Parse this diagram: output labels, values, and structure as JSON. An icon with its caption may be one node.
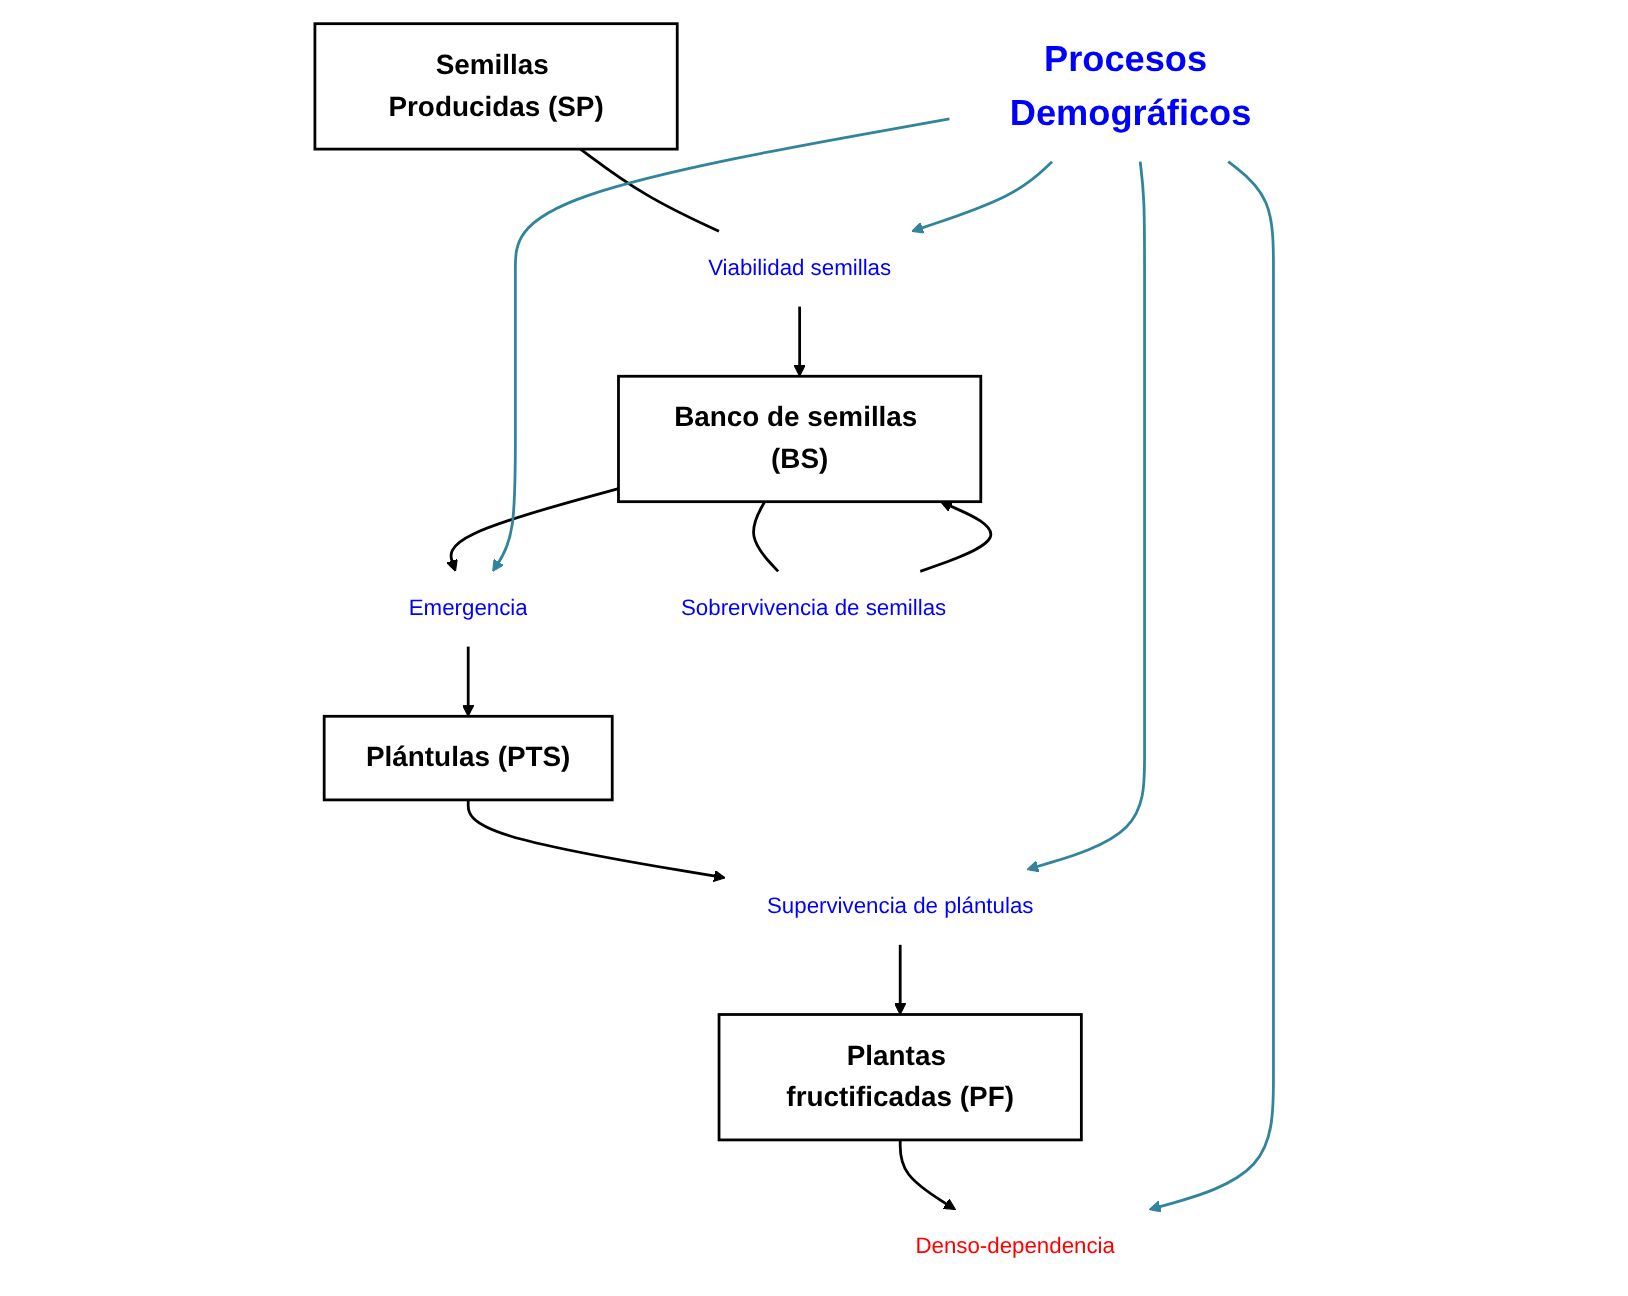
{
  "diagram": {
    "nodes": [
      {
        "text": [
          "Plantas fructificadas (PF)"
        ]
      },
      {
        "text": [
          "Denso-dependencia"
        ]
      },
      {
        "text": [
          "Supervivencia de plántulas"
        ]
      },
      {
        "text": [
          "Semillas Producidas (SP)"
        ]
      },
      {
        "text": [
          "Procesos Demográficos"
        ]
      },
      {
        "text": [
          "Plántulas (PTS)"
        ]
      },
      {
        "text": [
          "Viabilidad semillas"
        ]
      },
      {
        "text": [
          "Emergencia"
        ]
      },
      {
        "text": [
          "Banco de semillas (BS)"
        ]
      },
      {
        "text": [
          "Sobrervivencia de semillas"
        ]
      }
    ],
    "edges": [
      {
        "from": 0,
        "to": 1,
        "arrow": "to"
      },
      {
        "from": 3,
        "to": 6,
        "arrow": "none"
      },
      {
        "from": 6,
        "to": 8,
        "arrow": "to"
      },
      {
        "from": 8,
        "to": 7,
        "arrow": "to"
      },
      {
        "from": 7,
        "to": 5,
        "arrow": "to"
      },
      {
        "from": 5,
        "to": 2,
        "arrow": "to"
      },
      {
        "from": 2,
        "to": 0,
        "arrow": "to"
      },
      {
        "from": 8,
        "to": 9,
        "arrow": "none"
      },
      {
        "from": 9,
        "to": 8,
        "arrow": "to"
      },
      {
        "from": 4,
        "to": 1,
        "arrow": "to",
        "color": "#31849b"
      },
      {
        "from": 4,
        "to": 2,
        "arrow": "to",
        "color": "#31849b"
      },
      {
        "from": 4,
        "to": 6,
        "arrow": "to",
        "color": "#31849b"
      },
      {
        "from": 4,
        "to": 7,
        "arrow": "to",
        "color": "#31849b"
      }
    ]
  }
}
